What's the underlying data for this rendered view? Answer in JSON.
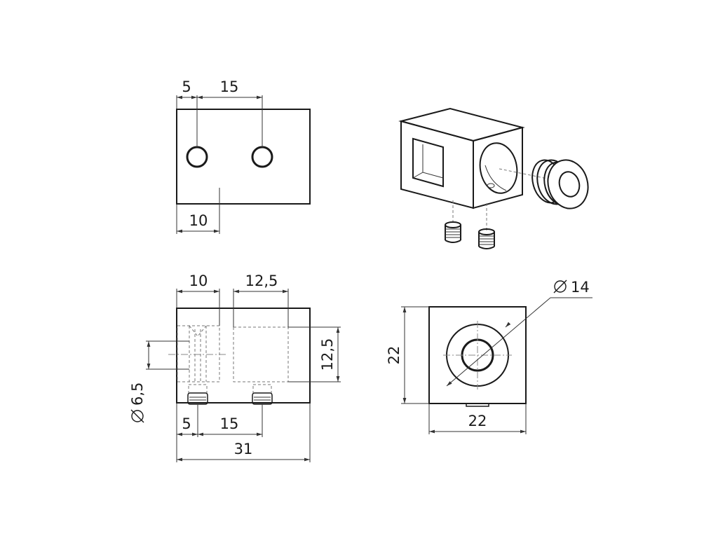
{
  "top_view": {
    "dim_hole1_offset": "5",
    "dim_hole_spacing": "15",
    "dim_height_position": "10"
  },
  "front_view": {
    "dim_top_left": "10",
    "dim_top_right": "12,5",
    "dim_right_height": "12,5",
    "dim_left_diameter": "6,5",
    "dim_bottom_offset": "5",
    "dim_bottom_spacing": "15",
    "dim_total_length": "31"
  },
  "side_view": {
    "dim_diameter": "14",
    "dim_height": "22",
    "dim_width": "22"
  },
  "diameter_symbol": "diameter-symbol-icon"
}
